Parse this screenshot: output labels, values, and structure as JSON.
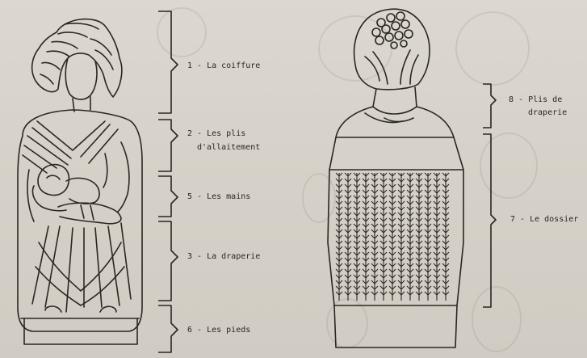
{
  "labels": {
    "coiffure": "1 - La coiffure",
    "allaitement_1": "2 - Les plis",
    "allaitement_2": "d'allaitement",
    "mains": "5 - Les mains",
    "draperie": "3 - La draperie",
    "pieds": "6 - Les pieds",
    "plis_draperie_1": "8 - Plis de",
    "plis_draperie_2": "draperie",
    "dossier": "7 - Le dossier"
  },
  "colors": {
    "ink": "#2a2622",
    "paper": "#d9d4cc"
  }
}
